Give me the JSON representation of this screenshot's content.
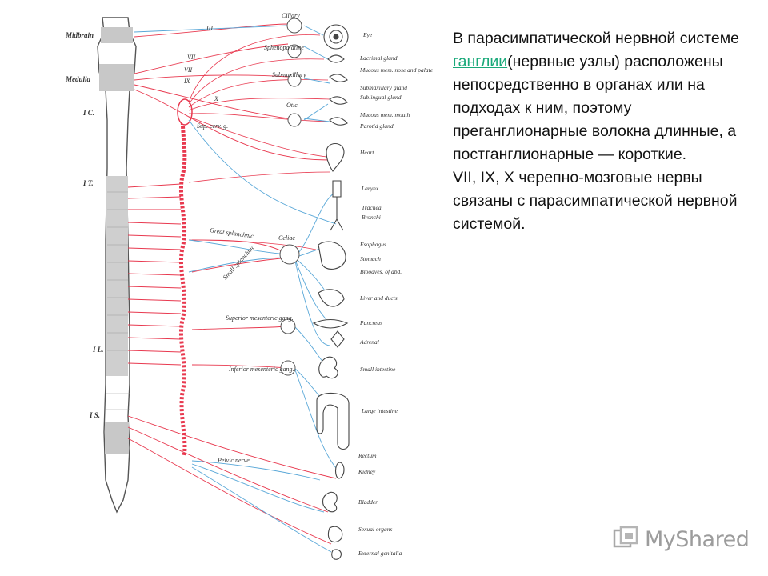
{
  "diagram": {
    "segment_labels": [
      "Midbrain",
      "Medulla",
      "I C.",
      "I T.",
      "I L.",
      "I S."
    ],
    "cranial_nerves": [
      "III",
      "VII",
      "VII",
      "IX",
      "X"
    ],
    "ganglia_labels": [
      "Ciliary",
      "Sphenopalatine",
      "Submaxillary",
      "Otic",
      "Sup. cerv. g.",
      "Celiac",
      "Great splanchnic",
      "Small splanchnic",
      "Superior mesenteric gang.",
      "Inferior mesenteric gang.",
      "Pelvic nerve"
    ],
    "organs": [
      "Eye",
      "Lacrimal gland",
      "Mucous mem. nose and palate",
      "Submaxillary gland",
      "Sublingual gland",
      "Mucous mem. mouth",
      "Parotid gland",
      "Heart",
      "Larynx",
      "Trachea",
      "Bronchi",
      "Esophagus",
      "Stomach",
      "Bloodves. of abd.",
      "Liver and ducts",
      "Pancreas",
      "Adrenal",
      "Small intestine",
      "Large intestine",
      "Rectum",
      "Kidney",
      "Bladder",
      "Sexual organs",
      "External genitalia"
    ],
    "colors": {
      "preganglionic": "#e8394f",
      "postganglionic": "#5aa8d8",
      "cord_fill": "#c8c8c8",
      "outline": "#555555"
    }
  },
  "text": {
    "p1_before": "В парасимпатической нервной системе ",
    "p1_link": "ганглии",
    "p1_after": "(нервные узлы) расположены непосредственно в органах или на подходах к ним, поэтому преганглионарные волокна длинные, а постганглионарные — короткие.",
    "p2": " VII, IX, X черепно-мозговые нервы связаны с парасимпатической нервной системой."
  },
  "watermark": {
    "text": "MyShared",
    "icon": "myshared-logo-icon"
  }
}
